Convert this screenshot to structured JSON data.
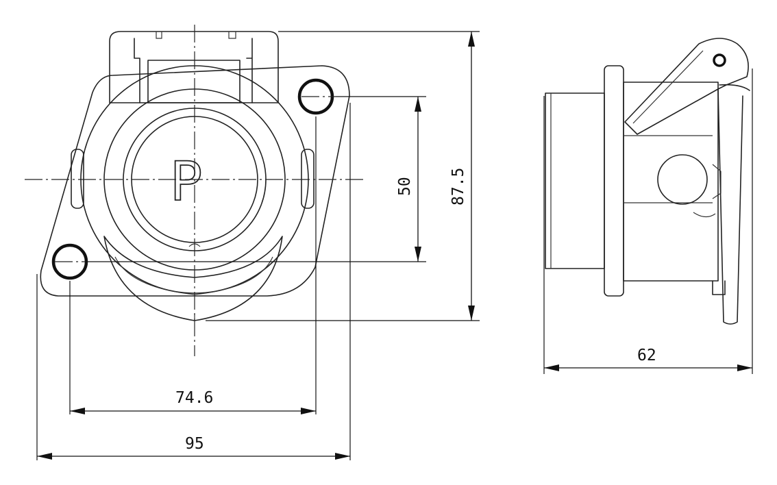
{
  "dimensions": {
    "width_95": "95",
    "hole_spacing_74_6": "74.6",
    "hole_vertical_50": "50",
    "height_87_5": "87.5",
    "depth_62": "62"
  },
  "front_view": {
    "cover_letter": "P"
  }
}
